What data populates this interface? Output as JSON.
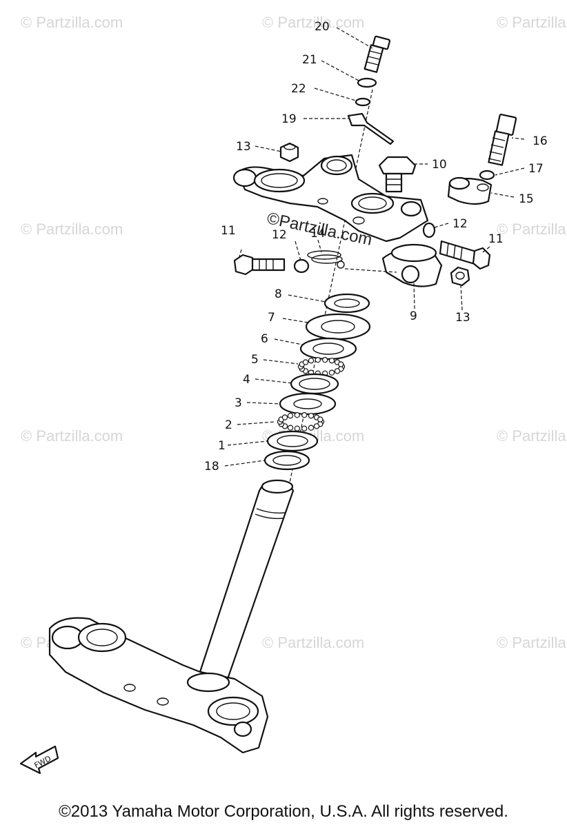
{
  "watermark": {
    "text": "© Partzilla.com",
    "center_text": "©Partzilla.com"
  },
  "fwd_label": "FWD",
  "copyright": "©2013 Yamaha Motor Corporation, U.S.A. All rights reserved.",
  "callouts": {
    "c20": "20",
    "c21": "21",
    "c22": "22",
    "c19": "19",
    "c13a": "13",
    "c10": "10",
    "c16": "16",
    "c17": "17",
    "c15": "15",
    "c12a": "12",
    "c11a": "11",
    "c11b": "11",
    "c12b": "12",
    "c14": "14",
    "c9": "9",
    "c13b": "13",
    "c8": "8",
    "c7": "7",
    "c6": "6",
    "c5": "5",
    "c4": "4",
    "c3": "3",
    "c2": "2",
    "c1": "1",
    "c18": "18"
  }
}
